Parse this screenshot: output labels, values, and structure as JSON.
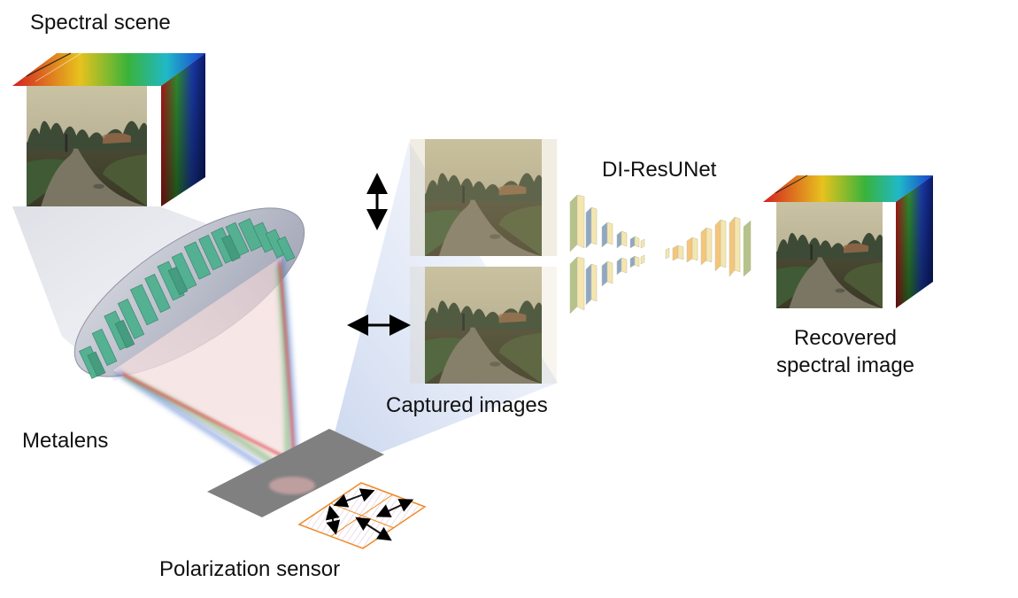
{
  "labels": {
    "spectral_scene": "Spectral scene",
    "metalens": "Metalens",
    "polarization_sensor": "Polarization sensor",
    "captured_images": "Captured images",
    "network": "DI-ResUNet",
    "recovered_line1": "Recovered",
    "recovered_line2": "spectral image"
  },
  "colors": {
    "metalens_pillars": "#4fb08f",
    "metalens_disc": "#b9bccb",
    "sensor": "#808080",
    "pixel_border": "#f08a24",
    "net_yellow": "#f5e6b0",
    "net_blue": "#8ea7c4",
    "net_green": "#b5c28a",
    "net_orange": "#f6c57a",
    "cone_red": "#e05050",
    "cone_green": "#4caf50",
    "cone_blue": "#4a74d0"
  },
  "icons": [
    "vertical-double-arrow-icon",
    "horizontal-double-arrow-icon",
    "polarizer-arrow-icon"
  ]
}
